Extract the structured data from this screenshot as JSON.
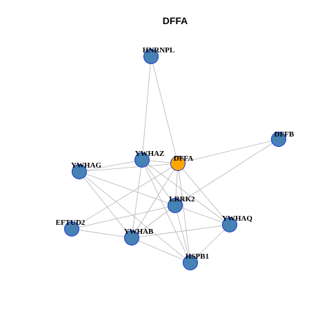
{
  "title": "DFFA",
  "colors": {
    "node_fill": "#4682B4",
    "node_stroke": "#1a2ed8",
    "center_fill": "#FFA500",
    "center_stroke": "#1a2ed8",
    "edge": "#b3b3b3"
  },
  "nodes": [
    {
      "id": "HNRNPL",
      "label": "HNRNPL",
      "center": false
    },
    {
      "id": "DFFB",
      "label": "DFFB",
      "center": false
    },
    {
      "id": "YWHAZ",
      "label": "YWHAZ",
      "center": false
    },
    {
      "id": "DFFA",
      "label": "DFFA",
      "center": true
    },
    {
      "id": "YWHAG",
      "label": "YWHAG",
      "center": false
    },
    {
      "id": "LRRK2",
      "label": "LRRK2",
      "center": false
    },
    {
      "id": "YWHAQ",
      "label": "YWHAQ",
      "center": false
    },
    {
      "id": "EFTUD2",
      "label": "EFTUD2",
      "center": false
    },
    {
      "id": "YWHAB",
      "label": "YWHAB",
      "center": false
    },
    {
      "id": "HSPB1",
      "label": "HSPB1",
      "center": false
    }
  ],
  "edges": [
    [
      "HNRNPL",
      "YWHAZ"
    ],
    [
      "HNRNPL",
      "DFFA"
    ],
    [
      "DFFB",
      "DFFA"
    ],
    [
      "DFFB",
      "LRRK2"
    ],
    [
      "YWHAG",
      "YWHAZ"
    ],
    [
      "YWHAG",
      "DFFA"
    ],
    [
      "YWHAG",
      "LRRK2"
    ],
    [
      "YWHAG",
      "YWHAB"
    ],
    [
      "YWHAG",
      "HSPB1"
    ],
    [
      "YWHAZ",
      "DFFA"
    ],
    [
      "YWHAZ",
      "LRRK2"
    ],
    [
      "YWHAZ",
      "YWHAQ"
    ],
    [
      "YWHAZ",
      "YWHAB"
    ],
    [
      "YWHAZ",
      "HSPB1"
    ],
    [
      "DFFA",
      "LRRK2"
    ],
    [
      "DFFA",
      "YWHAQ"
    ],
    [
      "DFFA",
      "EFTUD2"
    ],
    [
      "DFFA",
      "YWHAB"
    ],
    [
      "DFFA",
      "HSPB1"
    ],
    [
      "LRRK2",
      "EFTUD2"
    ],
    [
      "LRRK2",
      "YWHAQ"
    ],
    [
      "LRRK2",
      "YWHAB"
    ],
    [
      "LRRK2",
      "HSPB1"
    ],
    [
      "YWHAQ",
      "YWHAB"
    ],
    [
      "YWHAQ",
      "HSPB1"
    ],
    [
      "EFTUD2",
      "YWHAB"
    ],
    [
      "YWHAB",
      "HSPB1"
    ]
  ]
}
